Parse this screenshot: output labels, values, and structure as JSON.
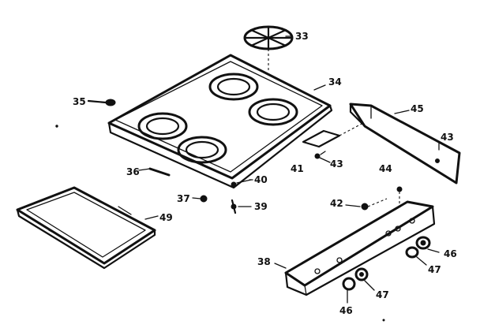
{
  "part_numbers": {
    "p33": "33",
    "p34": "34",
    "p35": "35",
    "p36": "36",
    "p37": "37",
    "p38": "38",
    "p39": "39",
    "p40": "40",
    "p41": "41",
    "p42": "42",
    "p43a": "43",
    "p43b": "43",
    "p44": "44",
    "p45": "45",
    "p46a": "46",
    "p46b": "46",
    "p47a": "47",
    "p47b": "47",
    "p49": "49"
  }
}
